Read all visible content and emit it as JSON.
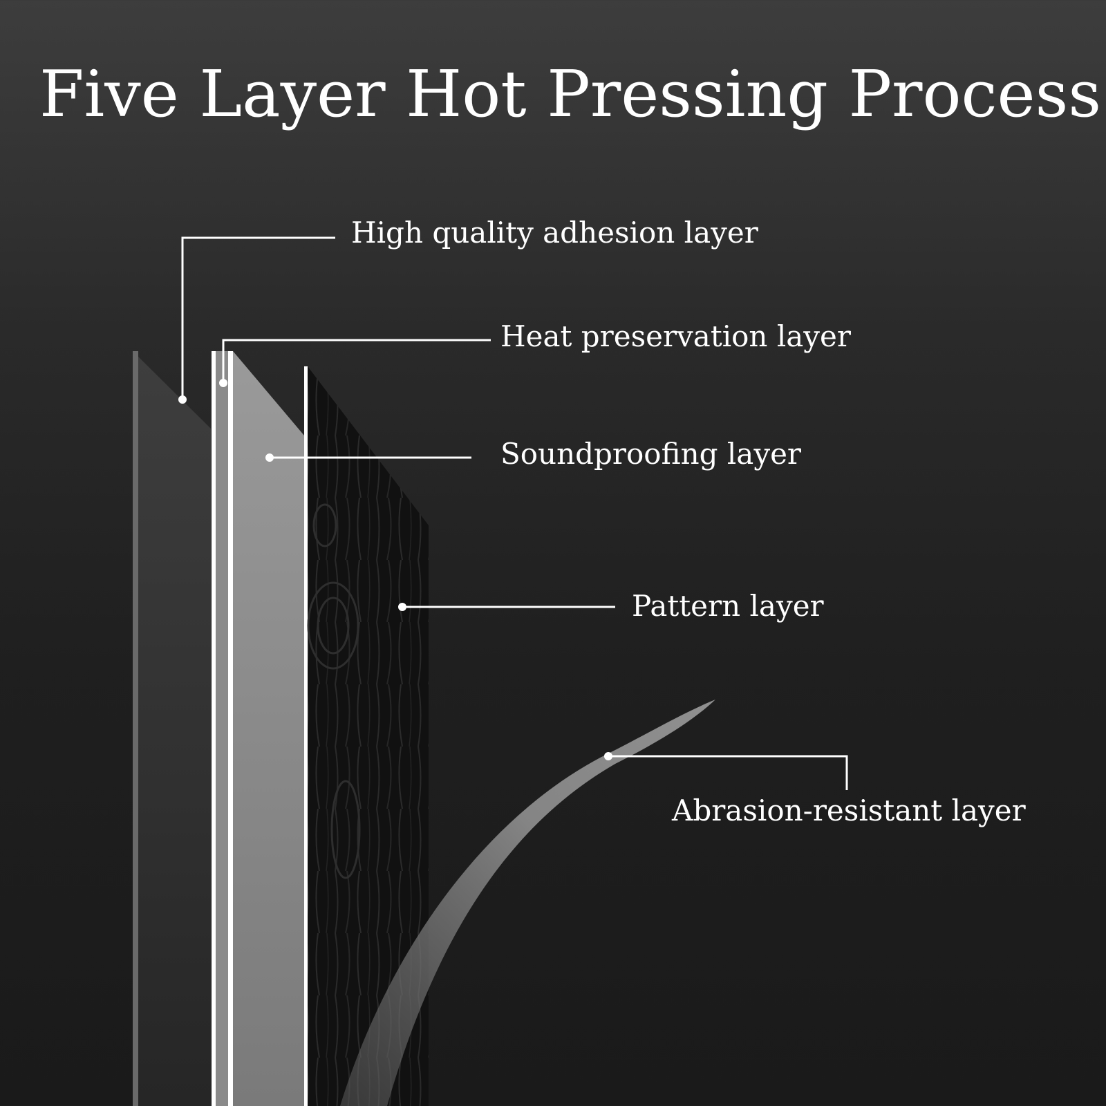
{
  "title": "Five Layer Hot Pressing Process",
  "layers": [
    {
      "key": "adhesion",
      "label": "High quality adhesion layer"
    },
    {
      "key": "heat",
      "label": "Heat preservation layer"
    },
    {
      "key": "sound",
      "label": "Soundproofing layer"
    },
    {
      "key": "pattern",
      "label": "Pattern layer"
    },
    {
      "key": "abrasion",
      "label": "Abrasion-resistant layer"
    }
  ],
  "colors": {
    "background": "#2a2a2a",
    "leader_line": "#ffffff",
    "adhesion_layer": "#3a3a3a",
    "heat_layer": "#8a8a8a",
    "sound_layer": "#8e8e8e",
    "pattern_layer": "#121212",
    "abrasion_layer": "#7a7a7a"
  }
}
